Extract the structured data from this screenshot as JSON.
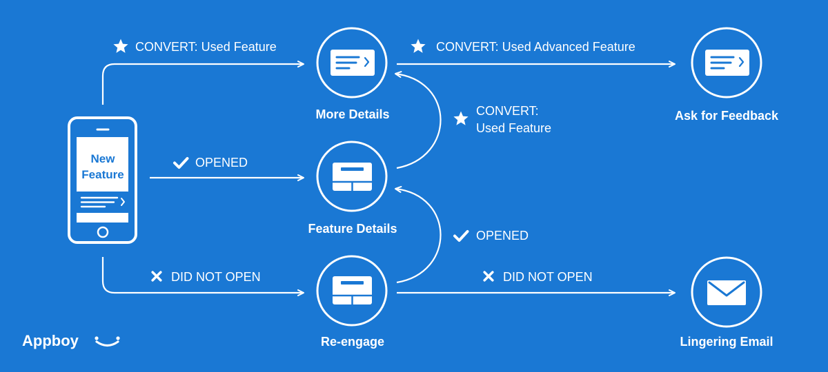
{
  "diagram": {
    "phone": {
      "label_line1": "New",
      "label_line2": "Feature"
    },
    "nodes": {
      "more_details": "More Details",
      "feature_details": "Feature Details",
      "re_engage": "Re-engage",
      "ask_feedback": "Ask for Feedback",
      "lingering_email": "Lingering Email"
    },
    "edges": {
      "convert_used_feature": "CONVERT: Used Feature",
      "convert_used_advanced": "CONVERT: Used Advanced Feature",
      "convert_line1": "CONVERT:",
      "convert_line2": "Used Feature",
      "opened": "OPENED",
      "opened_reengage": "OPENED",
      "did_not_open": "DID NOT OPEN",
      "did_not_open_email": "DID NOT OPEN"
    }
  },
  "brand": {
    "name": "Appboy"
  },
  "colors": {
    "background": "#1a78d4",
    "stroke": "#ffffff"
  },
  "icons": {
    "convert": "star-icon",
    "opened": "check-icon",
    "did_not_open": "cross-icon",
    "message": "message-card-icon",
    "modal": "modal-icon",
    "email": "envelope-icon"
  }
}
